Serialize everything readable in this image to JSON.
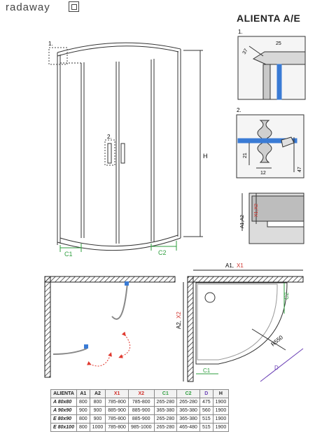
{
  "brand": {
    "name": "radaway"
  },
  "title": "ALIENTA A/E",
  "detail_labels": {
    "d1": "1.",
    "d2": "2.",
    "main_d1": "1.",
    "main_d2": "2."
  },
  "dims": {
    "d37": "37",
    "d25": "25",
    "d21": "21",
    "d12": "12",
    "d47": "47",
    "a1a2": "A1,A2",
    "x1x2": "X1,X2",
    "h": "H",
    "c1": "C1",
    "c2": "C2",
    "top_a1": "A1,",
    "top_x1": "X1",
    "side_a2": "A2,",
    "side_x2": "X2",
    "r550": "R550",
    "d": "D",
    "c2_plan": "C2",
    "c1_plan": "C1"
  },
  "colors": {
    "x_cols": "#d0302a",
    "c_cols": "#2e9e3e",
    "d_col": "#6a3fb5",
    "glass": "#3a7bd5",
    "arrow": "#e0392f"
  },
  "table": {
    "headers": [
      "ALIENTA",
      "A1",
      "A2",
      "X1",
      "X2",
      "C1",
      "C2",
      "D",
      "H"
    ],
    "rows": [
      [
        "A 80x80",
        "800",
        "800",
        "785-800",
        "785-800",
        "265-280",
        "265-280",
        "475",
        "1900"
      ],
      [
        "A 90x90",
        "900",
        "900",
        "885-900",
        "885-900",
        "365-380",
        "365-380",
        "560",
        "1900"
      ],
      [
        "E 80x90",
        "800",
        "900",
        "785-800",
        "885-900",
        "265-280",
        "365-380",
        "515",
        "1900"
      ],
      [
        "E 80x100",
        "800",
        "1000",
        "785-800",
        "985-1000",
        "265-280",
        "465-480",
        "515",
        "1900"
      ]
    ]
  }
}
